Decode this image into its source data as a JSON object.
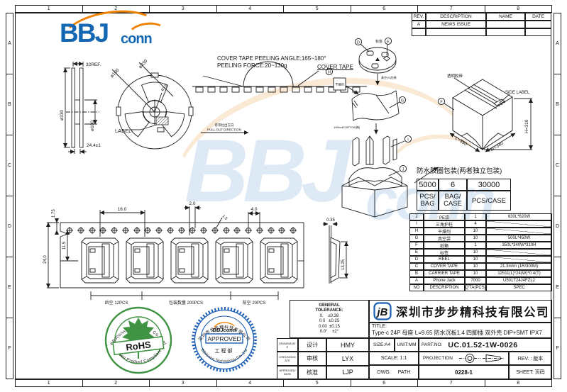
{
  "frame": {
    "top_numbers": [
      "1",
      "2",
      "3",
      "4",
      "5",
      "6",
      "7",
      "8"
    ],
    "side_letters": [
      "A",
      "B",
      "C",
      "D",
      "E",
      "F"
    ]
  },
  "logo": {
    "main": "BBJ",
    "sub": "conn",
    "blue": "#1467b3",
    "orange": "#ef8200"
  },
  "revision_table": {
    "col_rev": "REV.",
    "col_desc": "DESCRIPTION",
    "col_name": "NAME",
    "col_date": "DATE",
    "rows": [
      {
        "rev": "A",
        "desc": "NEWS ISSUE",
        "name": "",
        "date": ""
      },
      {
        "rev": "",
        "desc": "",
        "name": "",
        "date": ""
      }
    ]
  },
  "reel_side_view": {
    "dim_width": "32REF.",
    "dim_outer": "ø330",
    "dim_hub": "ø100",
    "dim_inner": "24.4±1"
  },
  "reel_front_view": {
    "dim_outer": "ø330",
    "dim_hub": "ø100",
    "dim_center": "ø13",
    "label": "LABEL"
  },
  "peel_diagram": {
    "note_line1": "COVER TAPE PEELING ANGLE:165~180°",
    "note_line2": "PEELING FORCE:20~130g",
    "cover_tape_label": "COVER TAPE",
    "pull_direction_cn": "卷带拉出方向",
    "pull_direction_en": "PULL OUT DIRECTION"
  },
  "packing_flow": {
    "ref_reel": "D",
    "tag_label": "标签",
    "ref_tag": "E",
    "note_vacuum": "真空(G)包装",
    "ref_desiccant": "H",
    "desiccant_label": "干燥剂",
    "ref_bag": "G",
    "note_carton": "10Reel/CARTON(箱)",
    "ref_pillar": "I",
    "ref_inner_bag": "J",
    "ref_case": "F",
    "tape_label": "透明胶带",
    "side_label": "SIDE LABEL",
    "dim_h": "H=310",
    "dim_l": "L=350",
    "dim_w": "W=340"
  },
  "waterproof_note": "防水胶圈包装(两者独立包装)",
  "qty_table": {
    "values": [
      "5000",
      "6",
      "30000"
    ],
    "units": [
      {
        "l1": "PCS/",
        "l2": "BAG"
      },
      {
        "l1": "BAG/",
        "l2": "CASE"
      },
      {
        "l1": "PCS/CASE",
        "l2": ""
      }
    ]
  },
  "parts_table": {
    "header": {
      "no": "NO",
      "desc": "DESCRIPTION",
      "qty": "Q'TA(PCS)",
      "spec": "SPEC"
    },
    "rows": [
      {
        "no": "J",
        "desc": "PE袋",
        "qty": "1",
        "spec": "630L*620W"
      },
      {
        "no": "I",
        "desc": "三角护柱",
        "qty": "4",
        "spec": ""
      },
      {
        "no": "H",
        "desc": "干燥剂",
        "qty": "10",
        "spec": ""
      },
      {
        "no": "G",
        "desc": "真空袋",
        "qty": "10",
        "spec": "500L*450W"
      },
      {
        "no": "F",
        "desc": "纸箱",
        "qty": "1",
        "spec": "350L*340W*310H"
      },
      {
        "no": "E",
        "desc": "标签",
        "qty": "10",
        "spec": ""
      },
      {
        "no": "D",
        "desc": "REEL",
        "qty": "10",
        "spec": ""
      },
      {
        "no": "C",
        "desc": "COVER TAPE",
        "qty": "10",
        "spec": "21.3m/m (1R/300M)"
      },
      {
        "no": "B",
        "desc": "CARRIER TAPE",
        "qty": "10",
        "spec": "12511(L)*24(W)*0.4(T)"
      },
      {
        "no": "A",
        "desc": "Phone Jack",
        "qty": "7000",
        "spec": "U501T24J4FZL2"
      }
    ]
  },
  "tape_drawing": {
    "dims": {
      "d175": "1.75",
      "d160": "16.0",
      "d20": "2.0",
      "d40": "4.0",
      "d15": "1.5",
      "d115": "11.5",
      "d240": "24.0",
      "d035": "0.35",
      "d1325": "13.25"
    },
    "span_labels": [
      "后空 12PCS",
      "包装数量 200PCS",
      "前空 20PCS"
    ]
  },
  "stamps": {
    "rohs": {
      "arc_top": "BBJconn Technology Co., Ltd",
      "arc_bottom": "Green Product Compliant",
      "banner": "RoHS",
      "color": "#3f9343"
    },
    "approved": {
      "arc_top": "深圳市步步精科技有限公司",
      "arc_bottom": "BBJconn Technology Co.,Ltd",
      "logo": "BBJconn",
      "box": "APPROVED",
      "dept": "工程部",
      "color": "#1b5fb5"
    }
  },
  "title_block": {
    "tolerance": {
      "title1": "GENERAL",
      "title2": "TOLERANCE:",
      "rows": [
        "0.    ±0.38",
        "0.0   ±0.25",
        "0.00  ±0.15",
        "0.0°    ±2°"
      ]
    },
    "sign_rows": [
      {
        "en": "DRAWN/DATE",
        "cn": "设计",
        "name": "HMY"
      },
      {
        "en": "CHECKED/DATE",
        "cn": "审核",
        "name": "LYX"
      },
      {
        "en": "APPROVED/DATE",
        "cn": "核准",
        "name": "LJP"
      }
    ],
    "logo_mark": "jB",
    "company": "深圳市步步精科技有限公司",
    "title_label": "TITLE:",
    "title_text": "Type-c 24P 母座 L=9.65 防水沉板1.4 四脚插  双外壳 DIP+SMT IPX7",
    "size": "SIZE:A4",
    "unit": "UNIT:MM",
    "part_label": "PART.NO:",
    "part_no": "UC.01.52-1W-0026",
    "scale": "SCALE: 1:1",
    "projection": "PROJECTION",
    "rev": "REV. :  版本",
    "dwg": "DWG.",
    "path": "PATH",
    "dwg_no": "0228-1",
    "sheet": "SHEET:  页码"
  }
}
